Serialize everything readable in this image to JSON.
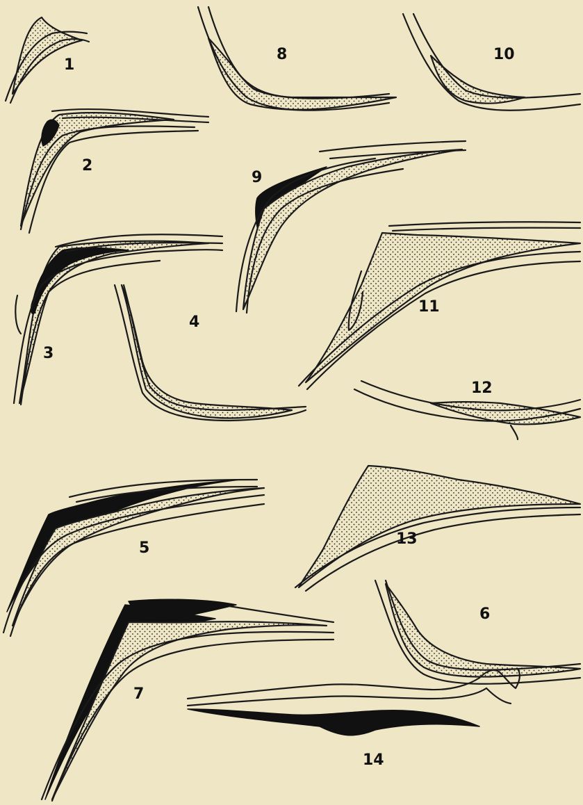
{
  "plate": {
    "background_color": "#efe6c6",
    "ink_color": "#111111",
    "figures": [
      {
        "label": "1"
      },
      {
        "label": "2"
      },
      {
        "label": "3"
      },
      {
        "label": "4"
      },
      {
        "label": "5"
      },
      {
        "label": "6"
      },
      {
        "label": "7"
      },
      {
        "label": "8"
      },
      {
        "label": "9"
      },
      {
        "label": "10"
      },
      {
        "label": "11"
      },
      {
        "label": "12"
      },
      {
        "label": "13"
      },
      {
        "label": "14"
      }
    ]
  }
}
